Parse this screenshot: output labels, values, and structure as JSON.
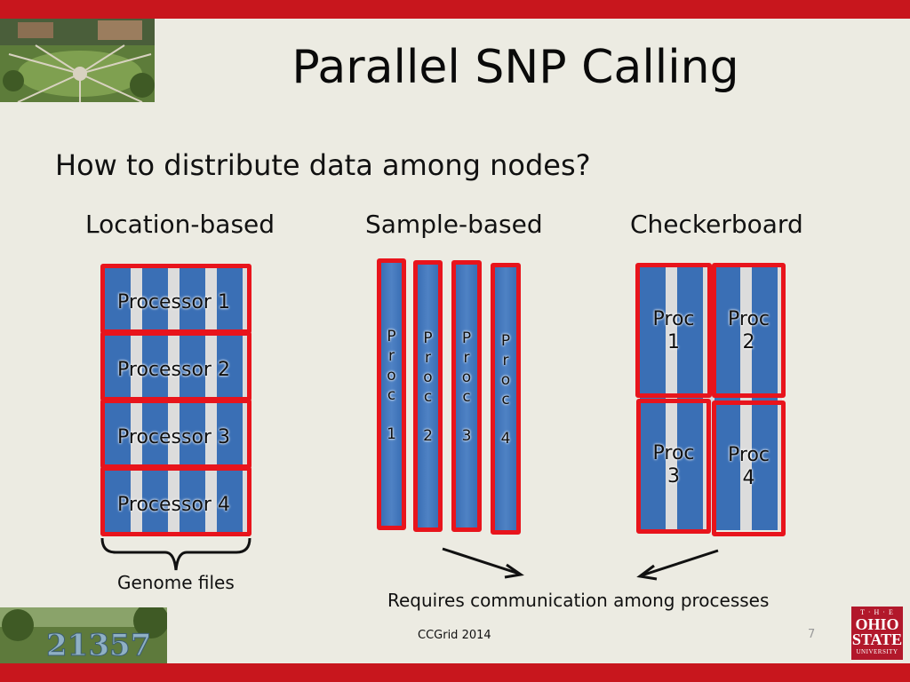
{
  "slide": {
    "title": "Parallel SNP Calling",
    "subtitle": "How to distribute data among nodes?",
    "page_number": "7",
    "footer": "CCGrid 2014"
  },
  "columns": {
    "location": {
      "label": "Location-based",
      "rows": [
        "Processor 1",
        "Processor 2",
        "Processor 3",
        "Processor 4"
      ],
      "brace_label": "Genome files"
    },
    "sample": {
      "label": "Sample-based",
      "bars": [
        {
          "letters": [
            "P",
            "r",
            "o",
            "c"
          ],
          "num": "1"
        },
        {
          "letters": [
            "P",
            "r",
            "o",
            "c"
          ],
          "num": "2"
        },
        {
          "letters": [
            "P",
            "r",
            "o",
            "c"
          ],
          "num": "3"
        },
        {
          "letters": [
            "P",
            "r",
            "o",
            "c"
          ],
          "num": "4"
        }
      ]
    },
    "checker": {
      "label": "Checkerboard",
      "cells": [
        {
          "word": "Proc",
          "num": "1"
        },
        {
          "word": "Proc",
          "num": "2"
        },
        {
          "word": "Proc",
          "num": "3"
        },
        {
          "word": "Proc",
          "num": "4"
        }
      ]
    }
  },
  "communication_note": "Requires communication among processes",
  "logo": {
    "line1": "T · H · E",
    "line2": "OHIO",
    "line3": "STATE",
    "line4": "UNIVERSITY"
  },
  "photo_bl_text": "21357",
  "colors": {
    "accent_red": "#c8161d",
    "box_red": "#e8141c",
    "stripe_blue": "#3a6fb5",
    "background": "#ecebe2"
  }
}
